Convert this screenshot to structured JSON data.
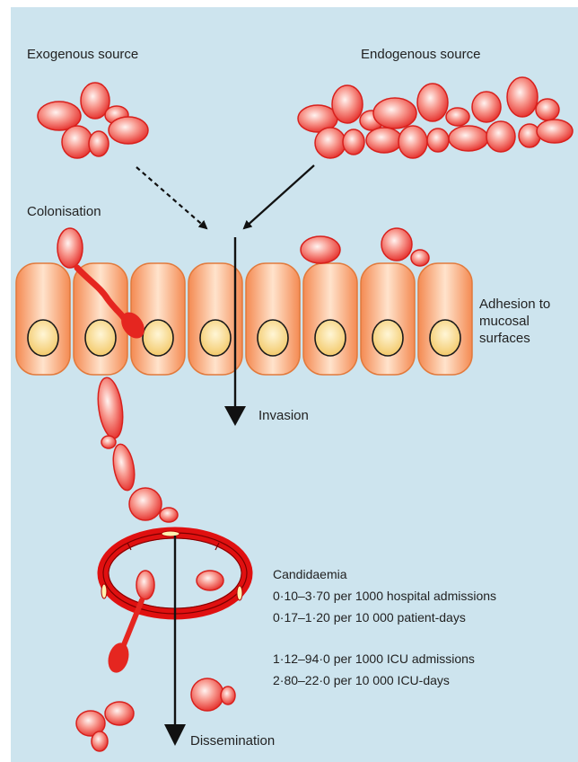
{
  "labels": {
    "exogenous": "Exogenous source",
    "endogenous": "Endogenous source",
    "colonisation": "Colonisation",
    "adhesion_1": "Adhesion to",
    "adhesion_2": "mucosal",
    "adhesion_3": "surfaces",
    "invasion": "Invasion",
    "dissemination": "Dissemination"
  },
  "candidaemia": {
    "title": "Candidaemia",
    "hospital_admissions": "0·10–3·70 per 1000 hospital admissions",
    "patient_days": "0·17–1·20 per 10 000 patient-days",
    "icu_admissions": "1·12–94·0 per 1000 ICU admissions",
    "icu_days": "2·80–22·0 per 10 000 ICU-days"
  },
  "colors": {
    "background": "#cde4ee",
    "yeast": "#f0554f",
    "cell": "#f6a77a",
    "nucleus": "#f5e3a6",
    "vessel": "#e01010"
  }
}
